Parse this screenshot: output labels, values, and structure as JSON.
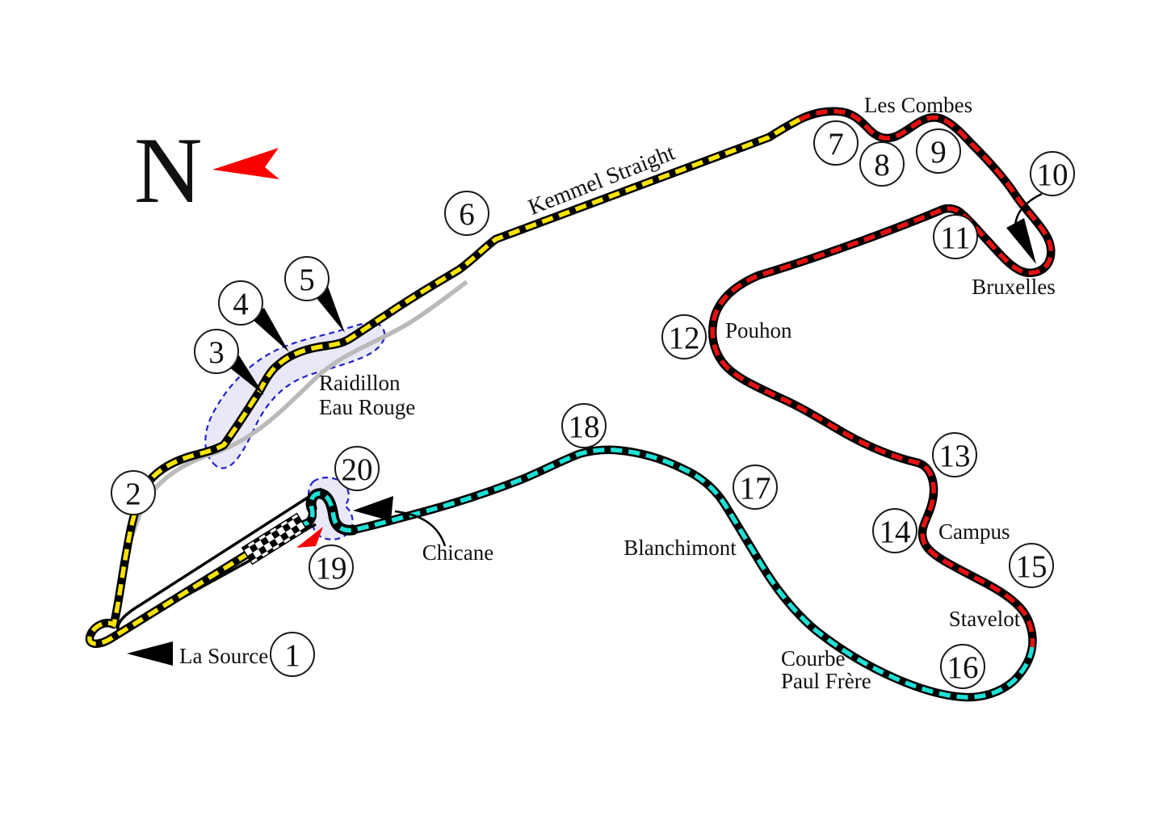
{
  "north": {
    "label": "N"
  },
  "corners": [
    "1",
    "2",
    "3",
    "4",
    "5",
    "6",
    "7",
    "8",
    "9",
    "10",
    "11",
    "12",
    "13",
    "14",
    "15",
    "16",
    "17",
    "18",
    "19",
    "20"
  ],
  "labels": {
    "la_source": "La Source",
    "raidillon_line1": "Raidillon",
    "raidillon_line2": "Eau Rouge",
    "kemmel": "Kemmel Straight",
    "les_combes": "Les Combes",
    "bruxelles": "Bruxelles",
    "pouhon": "Pouhon",
    "campus": "Campus",
    "stavelot": "Stavelot",
    "courbe_line1": "Courbe",
    "courbe_line2": "Paul Frère",
    "blanchimont": "Blanchimont",
    "chicane": "Chicane"
  },
  "colors": {
    "track": "#000000",
    "sector1": "#F6E300",
    "sector2": "#E51212",
    "sector3": "#1EE0D5",
    "old_track": "#BABABA",
    "zone_fill": "#DBDBF2",
    "zone_border": "#2222CC",
    "north_arrow": "#F80000",
    "direction_arrow": "#F80000",
    "pointer": "#000000",
    "circle_fill": "#FFFFFF",
    "circle_border": "#1A1A1A"
  }
}
